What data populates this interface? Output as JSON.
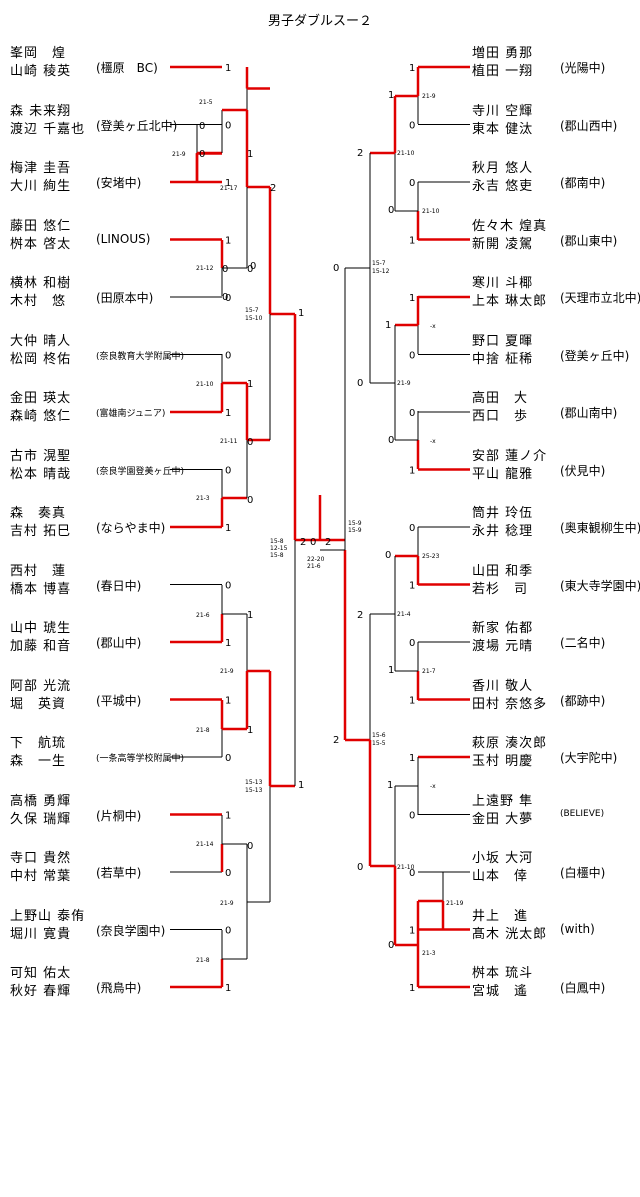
{
  "title": "男子ダブルスー２",
  "colors": {
    "winner": "#e00000",
    "loser": "#000000"
  },
  "left_entries": [
    {
      "p1": "峯岡　煌",
      "p2": "山崎 稜英",
      "team": "(橿原　BC)"
    },
    {
      "p1": "森 未来翔",
      "p2": "渡辺 千嘉也",
      "team": "(登美ヶ丘北中)"
    },
    {
      "p1": "梅津 圭吾",
      "p2": "大川 絢生",
      "team": "(安堵中)"
    },
    {
      "p1": "藤田 悠仁",
      "p2": "桝本 啓太",
      "team": "(LINOUS)"
    },
    {
      "p1": "横林 和樹",
      "p2": "木村　悠",
      "team": "(田原本中)"
    },
    {
      "p1": "大仲 晴人",
      "p2": "松岡 柊佑",
      "team": "(奈良教育大学附属中)"
    },
    {
      "p1": "金田 瑛太",
      "p2": "森崎 悠仁",
      "team": "(富雄南ジュニア)"
    },
    {
      "p1": "古市 滉聖",
      "p2": "松本 晴哉",
      "team": "(奈良学園登美ヶ丘中)"
    },
    {
      "p1": "森　奏真",
      "p2": "吉村 拓巳",
      "team": "(ならやま中)"
    },
    {
      "p1": "西村　蓮",
      "p2": "橋本 博喜",
      "team": "(春日中)"
    },
    {
      "p1": "山中 琥生",
      "p2": "加藤 和音",
      "team": "(郡山中)"
    },
    {
      "p1": "阿部 光流",
      "p2": "堀　英資",
      "team": "(平城中)"
    },
    {
      "p1": "下　航琉",
      "p2": "森　一生",
      "team": "(一条高等学校附属中)"
    },
    {
      "p1": "高橋 勇輝",
      "p2": "久保 瑞輝",
      "team": "(片桐中)"
    },
    {
      "p1": "寺口 貴然",
      "p2": "中村 常葉",
      "team": "(若草中)"
    },
    {
      "p1": "上野山 泰侑",
      "p2": "堀川 寛貴",
      "team": "(奈良学園中)"
    },
    {
      "p1": "可知 佑太",
      "p2": "秋好 春輝",
      "team": "(飛鳥中)"
    }
  ],
  "right_entries": [
    {
      "p1": "増田 勇那",
      "p2": "植田 一翔",
      "team": "(光陽中)"
    },
    {
      "p1": "寺川 空輝",
      "p2": "東本 健汰",
      "team": "(郡山西中)"
    },
    {
      "p1": "秋月 悠人",
      "p2": "永吉 悠吏",
      "team": "(都南中)"
    },
    {
      "p1": "佐々木 煌真",
      "p2": "新開 凌駕",
      "team": "(郡山東中)"
    },
    {
      "p1": "寒川 斗椰",
      "p2": "上本 琳太郎",
      "team": "(天理市立北中)"
    },
    {
      "p1": "野口 夏暉",
      "p2": "中捨 柾稀",
      "team": "(登美ヶ丘中)"
    },
    {
      "p1": "高田　大",
      "p2": "西口　歩",
      "team": "(郡山南中)"
    },
    {
      "p1": "安部 蓮ノ介",
      "p2": "平山 龍雅",
      "team": "(伏見中)"
    },
    {
      "p1": "筒井 玲伍",
      "p2": "永井 稔理",
      "team": "(奥東観柳生中)"
    },
    {
      "p1": "山田 和季",
      "p2": "若杉　司",
      "team": "(東大寺学園中)"
    },
    {
      "p1": "新家 佑都",
      "p2": "渡場 元晴",
      "team": "(二名中)"
    },
    {
      "p1": "香川 敬人",
      "p2": "田村 奈悠多",
      "team": "(都跡中)"
    },
    {
      "p1": "萩原 湊次郎",
      "p2": "玉村 明慶",
      "team": "(大宇陀中)"
    },
    {
      "p1": "上遠野 隼",
      "p2": "金田 大夢",
      "team": "(BELIEVE)"
    },
    {
      "p1": "小坂 大河",
      "p2": "山本　倖",
      "team": "(白橿中)"
    },
    {
      "p1": "井上　進",
      "p2": "髙木 洸太郎",
      "team": "(with)"
    },
    {
      "p1": "桝本 琉斗",
      "p2": "宮城　遙",
      "team": "(白鳳中)"
    }
  ],
  "left_entry_wins": [
    "1",
    "0",
    "1",
    "1",
    "0",
    "0",
    "1",
    "0",
    "1",
    "0",
    "1",
    "1",
    "0",
    "1",
    "0",
    "0",
    "1"
  ],
  "left_r1_wins": [
    "0",
    "0",
    "0",
    "0",
    "0"
  ],
  "right_entry_wins": [
    "1",
    "0",
    "0",
    "1",
    "1",
    "0",
    "0",
    "1",
    "0",
    "1",
    "0",
    "1",
    "1",
    "0",
    "0",
    "1",
    "1"
  ],
  "left_sub_wins": [
    "1",
    "0",
    "1",
    "0",
    "0",
    "1",
    "1",
    "0"
  ],
  "left_qf_wins": [
    "2",
    "0",
    "1",
    "1"
  ],
  "left_sf_wins": [
    "2",
    "0",
    "1"
  ],
  "right_sub_wins": [
    "1",
    "0",
    "1",
    "0",
    "0",
    "1",
    "1",
    "0"
  ],
  "right_qf_wins": [
    "2",
    "0",
    "2",
    "0"
  ],
  "right_sf_wins": [
    "0",
    "2"
  ],
  "final_wins": [
    "0",
    "2"
  ],
  "scores": {
    "l_p1": "21-5",
    "l_p2": "21-9",
    "l_m1": "21-17",
    "l_m2": "21-12",
    "l_m3": "21-10",
    "l_m4": "21-11",
    "l_m5": "21-3",
    "l_m6": "21-6",
    "l_m7": "21-9",
    "l_m8": "21-8",
    "l_m9": "21-14",
    "l_m10": "21-9",
    "l_m11": "21-8",
    "l_q1": "15-7",
    "l_q1b": "15-10",
    "l_q2": "15-13",
    "l_q2b": "15-13",
    "l_s1": "15-8",
    "l_s1b": "12-15",
    "l_s1c": "15-8",
    "f1": "22-20",
    "f2": "21-6",
    "r_s1": "15-9",
    "r_s1b": "15-9",
    "r_q1": "15-7",
    "r_q1b": "15-12",
    "r_q2": "15-6",
    "r_q2b": "15-5",
    "r_m1": "21-9",
    "r_m2": "21-10",
    "r_m3": "21-10",
    "r_m4": "-x",
    "r_m5": "21-9",
    "r_m6": "-x",
    "r_m7": "25-23",
    "r_m8": "21-4",
    "r_m9": "21-7",
    "r_m10": "-x",
    "r_m11": "21-10",
    "r_p1": "21-19",
    "r_p2": "21-3"
  }
}
